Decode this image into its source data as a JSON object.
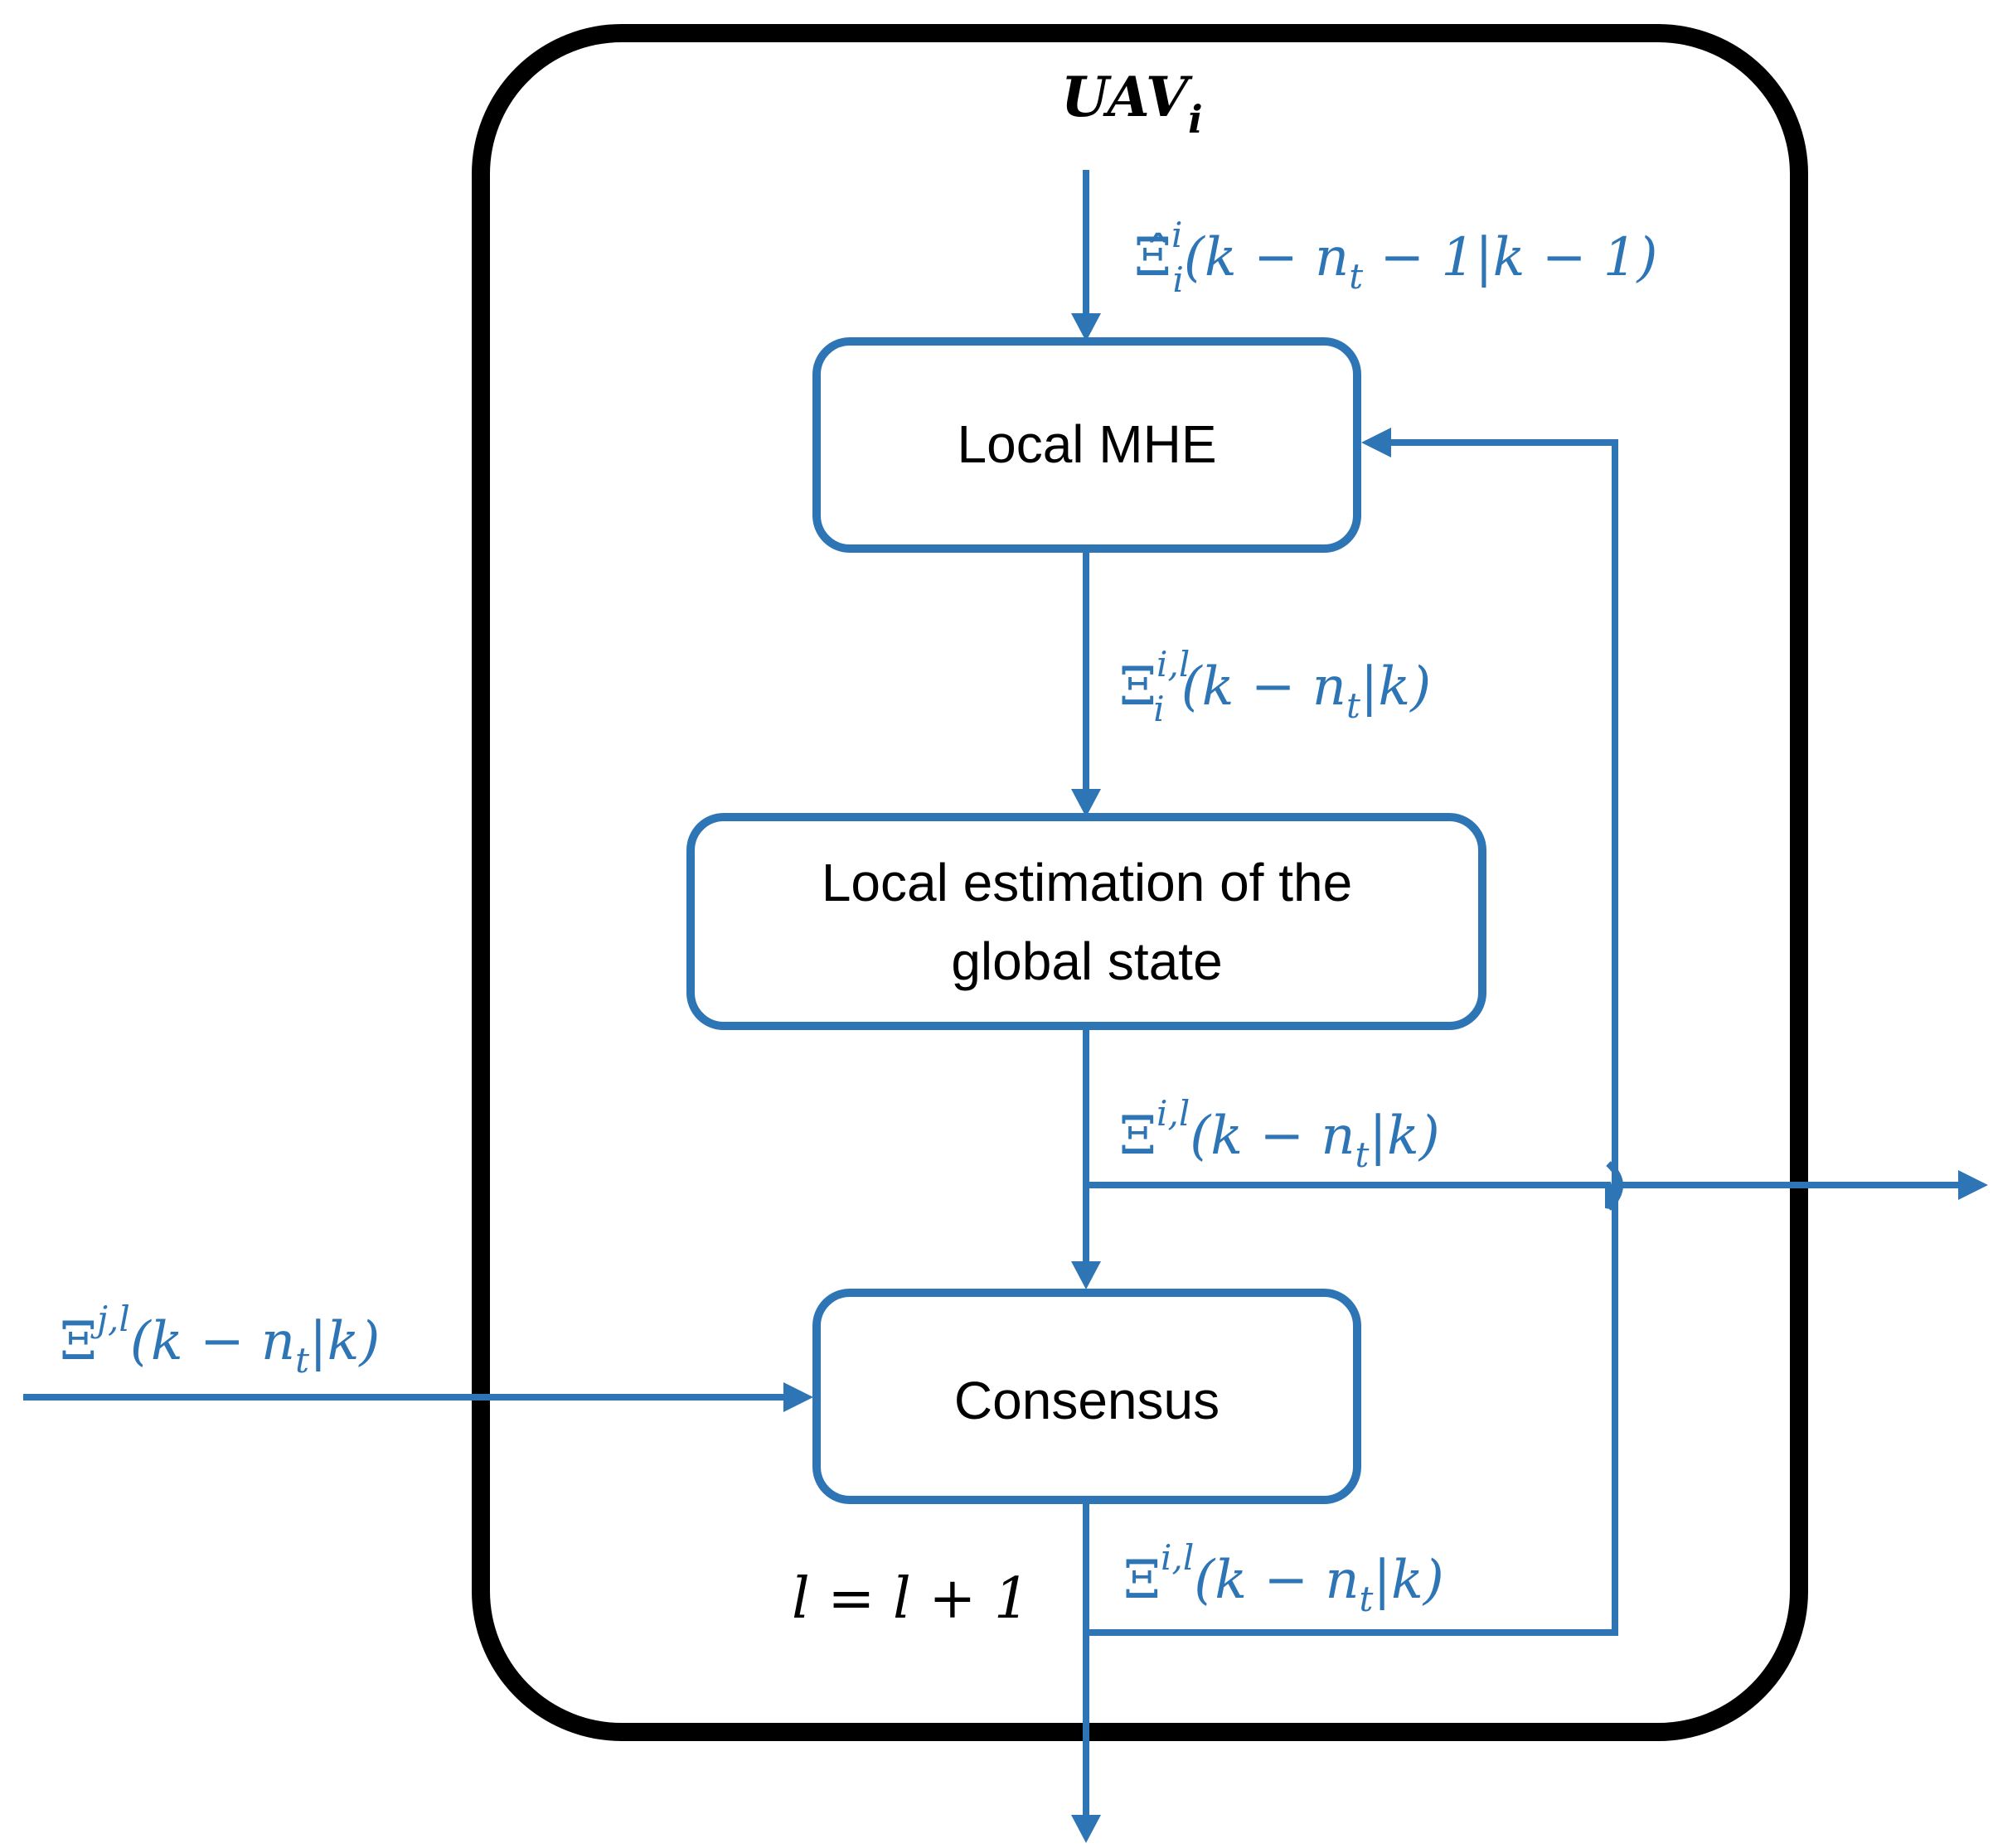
{
  "diagram": {
    "title": {
      "base": "UAV",
      "sub": "i"
    },
    "boxes": {
      "local_mhe": "Local MHE",
      "local_estimation_line1": "Local estimation of the",
      "local_estimation_line2": "global state",
      "consensus": "Consensus"
    },
    "labels": {
      "input_top": {
        "symbol": "Ξ̂",
        "sup": "i",
        "sub": "i",
        "args": "(k − n",
        "args_sub": "t",
        "args_end": " − 1|k − 1)"
      },
      "mhe_output": {
        "symbol": "Ξ",
        "sup": "i,l",
        "sub": "i",
        "args": "(k − n",
        "args_sub": "t",
        "args_end": "|k)"
      },
      "global_output": {
        "symbol": "Ξ",
        "sup": "i,l",
        "args": "(k − n",
        "args_sub": "t",
        "args_end": "|k)"
      },
      "neighbor_input": {
        "symbol": "Ξ",
        "sup": "j,l",
        "args": "(k − n",
        "args_sub": "t",
        "args_end": "|k)"
      },
      "consensus_output": {
        "symbol": "Ξ",
        "sup": "i,l",
        "args": "(k − n",
        "args_sub": "t",
        "args_end": "|k)"
      },
      "iteration": "l = l + 1"
    },
    "colors": {
      "flow": "#2E75B6",
      "frame": "#000000"
    }
  }
}
